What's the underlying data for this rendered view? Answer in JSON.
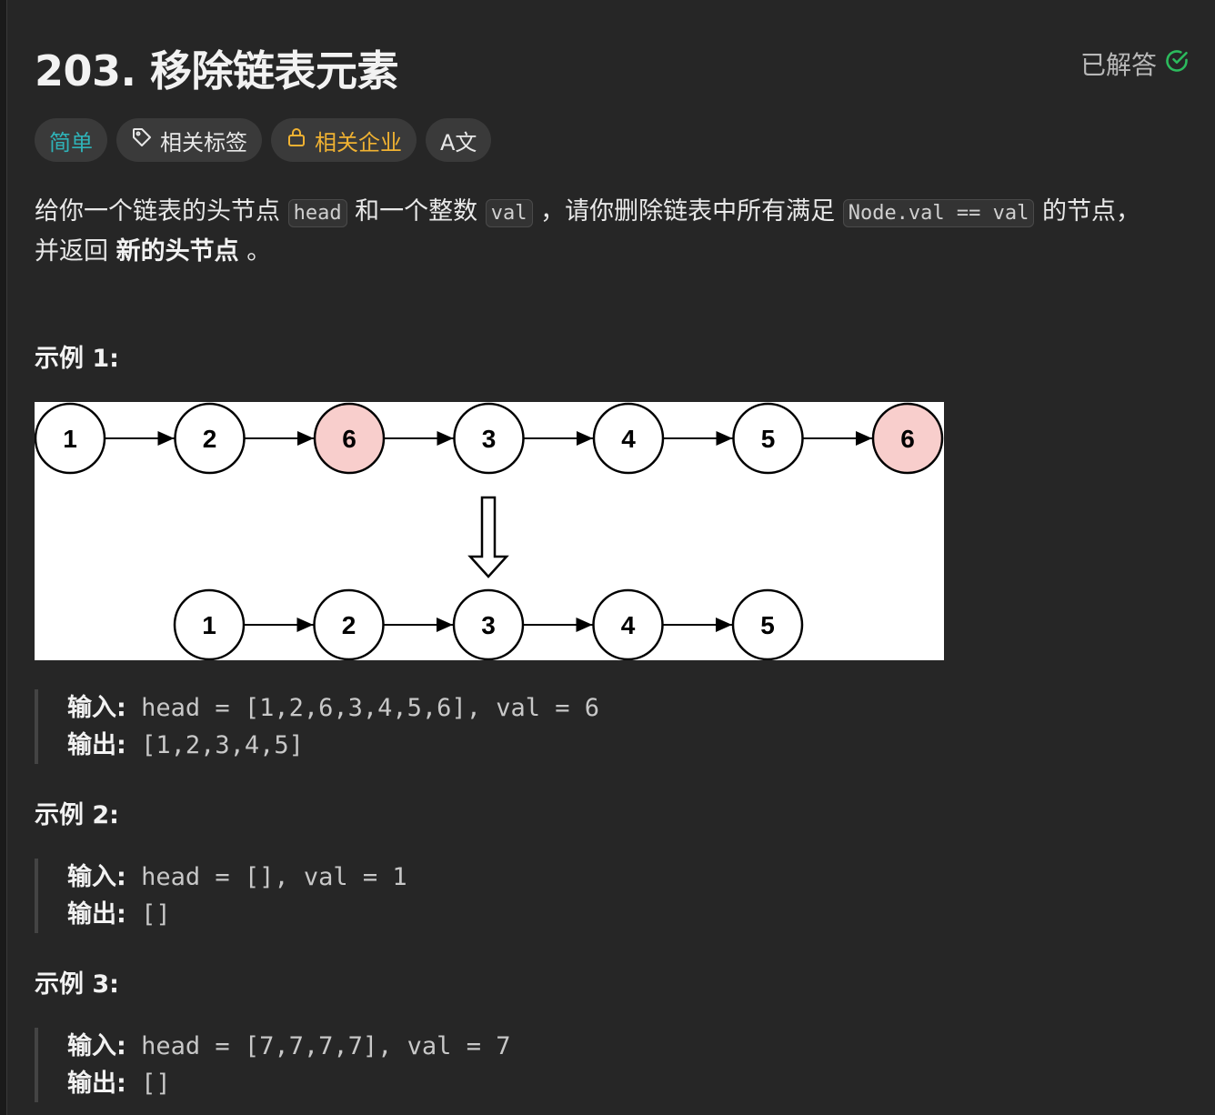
{
  "problem": {
    "title": "203. 移除链表元素",
    "status": "已解答",
    "status_color": "#2cbb5d"
  },
  "tags": {
    "difficulty": "简单",
    "topics": "相关标签",
    "companies": "相关企业",
    "translate": "A文"
  },
  "description": {
    "p1": "给你一个链表的头节点",
    "code_head": "head",
    "p2": "和一个整数",
    "code_val": "val",
    "p3": "，请你删除链表中所有满足",
    "code_cond": "Node.val == val",
    "p4": "的节点，",
    "p5": "并返回",
    "bold": "新的头节点",
    "p6": "。"
  },
  "examples": [
    {
      "title": "示例 1:",
      "input_label": "输入:",
      "input": "head = [1,2,6,3,4,5,6], val = 6",
      "output_label": "输出:",
      "output": "[1,2,3,4,5]"
    },
    {
      "title": "示例 2:",
      "input_label": "输入:",
      "input": "head = [], val = 1",
      "output_label": "输出:",
      "output": "[]"
    },
    {
      "title": "示例 3:",
      "input_label": "输入:",
      "input": "head = [7,7,7,7], val = 7",
      "output_label": "输出:",
      "output": "[]"
    }
  ],
  "diagram": {
    "top_row": [
      "1",
      "2",
      "6",
      "3",
      "4",
      "5",
      "6"
    ],
    "removed_value": "6",
    "bottom_row": [
      "1",
      "2",
      "3",
      "4",
      "5"
    ],
    "highlight_color": "#f8cecc"
  }
}
